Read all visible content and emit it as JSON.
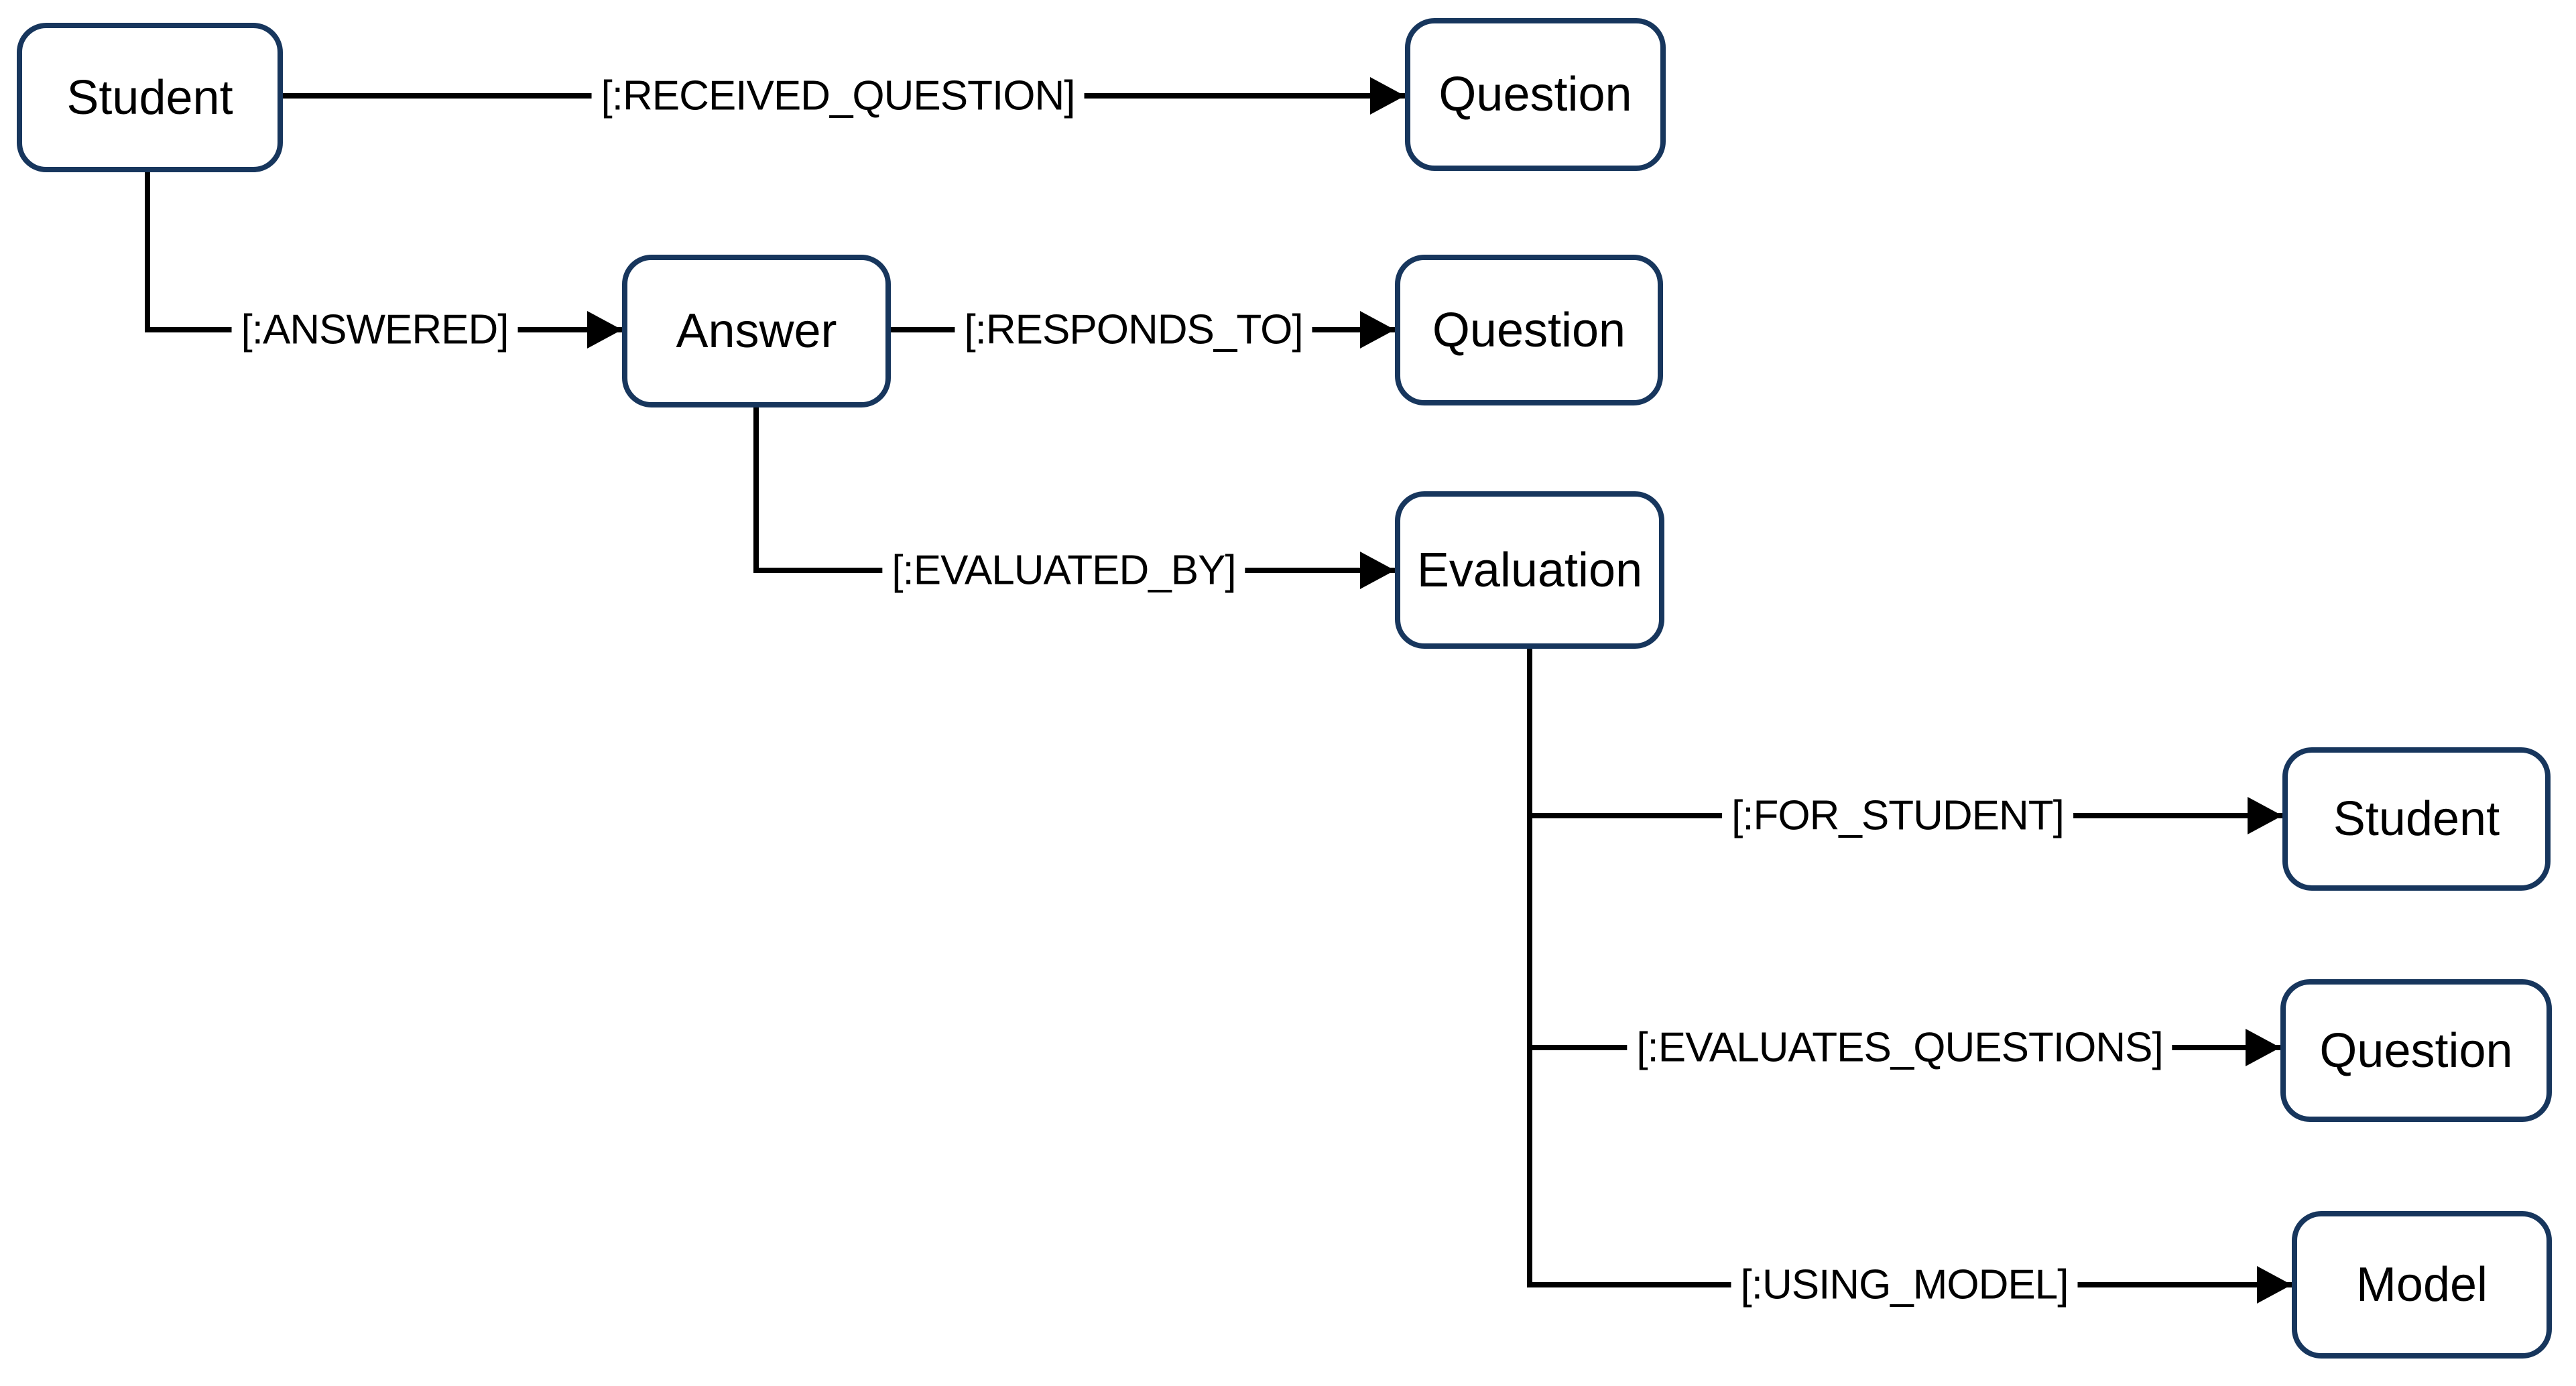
{
  "diagram": {
    "type": "graph-schema",
    "colors": {
      "node_border": "#17365d",
      "line": "#000000",
      "background": "#ffffff",
      "text": "#000000"
    },
    "nodes": [
      {
        "id": "student-1",
        "label": "Student"
      },
      {
        "id": "question-1",
        "label": "Question"
      },
      {
        "id": "answer",
        "label": "Answer"
      },
      {
        "id": "question-2",
        "label": "Question"
      },
      {
        "id": "evaluation",
        "label": "Evaluation"
      },
      {
        "id": "student-2",
        "label": "Student"
      },
      {
        "id": "question-3",
        "label": "Question"
      },
      {
        "id": "model",
        "label": "Model"
      }
    ],
    "relationships": [
      {
        "label": "[:RECEIVED_QUESTION]",
        "from": "Student",
        "to": "Question"
      },
      {
        "label": "[:ANSWERED]",
        "from": "Student",
        "to": "Answer"
      },
      {
        "label": "[:RESPONDS_TO]",
        "from": "Answer",
        "to": "Question"
      },
      {
        "label": "[:EVALUATED_BY]",
        "from": "Answer",
        "to": "Evaluation"
      },
      {
        "label": "[:FOR_STUDENT]",
        "from": "Evaluation",
        "to": "Student"
      },
      {
        "label": "[:EVALUATES_QUESTIONS]",
        "from": "Evaluation",
        "to": "Question"
      },
      {
        "label": "[:USING_MODEL]",
        "from": "Evaluation",
        "to": "Model"
      }
    ]
  }
}
